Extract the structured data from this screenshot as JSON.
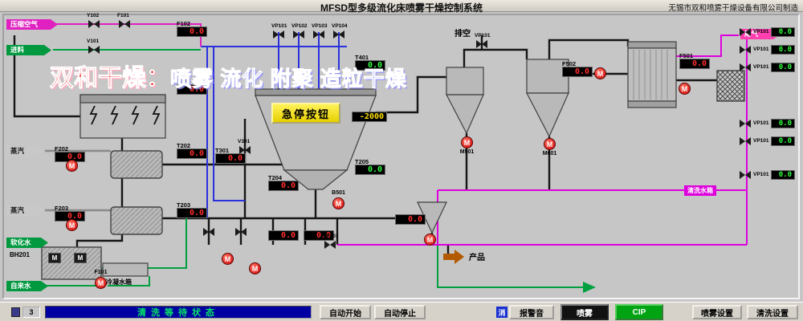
{
  "header": {
    "title": "MFSD型多级流化床喷雾干燥控制系统",
    "manufacturer": "无锡市双和喷雾干燥设备有限公司制造"
  },
  "watermark": {
    "red": "双和干燥：",
    "blue": "喷雾 流化 附聚 造粒干燥"
  },
  "diagram": {
    "emergency_button": "急停按钮",
    "motor_label": "M",
    "labels": {
      "vent": "排空",
      "exhaust": "尾气",
      "product": "产品",
      "condensate_tank": "冷凝水箱",
      "tank_tag": "BH201",
      "wash_header": "清洗水箱"
    },
    "streams": [
      {
        "label": "压缩空气"
      },
      {
        "label": "进料"
      },
      {
        "label": "蒸汽"
      },
      {
        "label": "蒸汽"
      },
      {
        "label": "软化水"
      },
      {
        "label": "自来水"
      }
    ],
    "displays": [
      {
        "tag": "F102",
        "value": "0.0"
      },
      {
        "tag": "T201",
        "value": "0.0"
      },
      {
        "tag": "F202",
        "value": "0.0"
      },
      {
        "tag": "T202",
        "value": "0.0"
      },
      {
        "tag": "F203",
        "value": "0.0"
      },
      {
        "tag": "T203",
        "value": "0.0"
      },
      {
        "tag": "T301",
        "value": "0.0"
      },
      {
        "tag": "T204",
        "value": "0.0"
      },
      {
        "tag": "T401",
        "value": "0.0"
      },
      {
        "tag": "",
        "value": "-2000"
      },
      {
        "tag": "T205",
        "value": "0.0"
      },
      {
        "tag": "",
        "value": "0.0"
      },
      {
        "tag": "",
        "value": "0.0"
      },
      {
        "tag": "",
        "value": "0.0"
      },
      {
        "tag": "F502",
        "value": "0.0"
      },
      {
        "tag": "F501",
        "value": "0.0"
      }
    ],
    "valves": [
      {
        "tag": "Y102"
      },
      {
        "tag": "V101"
      },
      {
        "tag": "F101"
      },
      {
        "tag": "VP101"
      },
      {
        "tag": "VP102"
      },
      {
        "tag": "VP103"
      },
      {
        "tag": "VP104"
      },
      {
        "tag": "V301"
      },
      {
        "tag": "VP201"
      },
      {
        "tag": "VP101"
      },
      {
        "tag": ""
      },
      {
        "tag": ""
      }
    ],
    "right_rows": [
      {
        "tag": "VP101",
        "value": "0.0"
      },
      {
        "tag": "VP101",
        "value": "0.0"
      },
      {
        "tag": "VP101",
        "value": "0.0"
      },
      {
        "tag": "VP101",
        "value": "0.0"
      },
      {
        "tag": "VP101",
        "value": "0.0"
      },
      {
        "tag": "VP101",
        "value": "0.0"
      }
    ],
    "motors": [
      {
        "tag": ""
      },
      {
        "tag": ""
      },
      {
        "tag": "F101"
      },
      {
        "tag": ""
      },
      {
        "tag": ""
      },
      {
        "tag": "B501"
      },
      {
        "tag": "M501"
      },
      {
        "tag": "M601"
      },
      {
        "tag": ""
      },
      {
        "tag": ""
      },
      {
        "tag": ""
      }
    ]
  },
  "statusbar": {
    "counter": "3",
    "status": "清洗等待状态",
    "buttons": {
      "auto_start": "自动开始",
      "auto_stop": "自动停止",
      "alarm_mute": "消",
      "alarm": "报警音",
      "spray": "喷雾",
      "cip": "CIP",
      "spray_settings": "喷雾设置",
      "clean_settings": "清洗设置"
    }
  }
}
